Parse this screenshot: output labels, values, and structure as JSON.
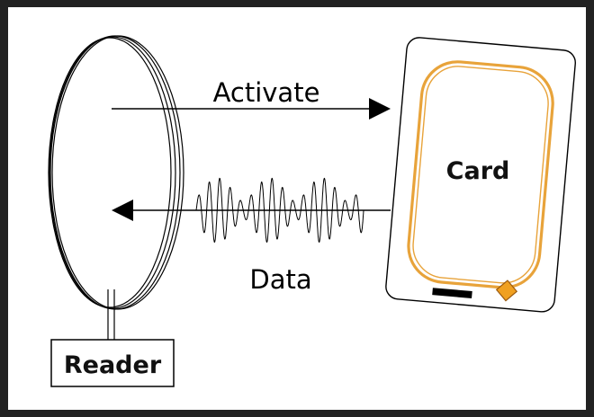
{
  "diagram": {
    "activate_label": "Activate",
    "data_label": "Data",
    "card_label": "Card",
    "reader_label": "Reader",
    "colors": {
      "background": "#ffffff",
      "border": "#222222",
      "antenna": "#e8a33a",
      "line": "#000000"
    }
  }
}
